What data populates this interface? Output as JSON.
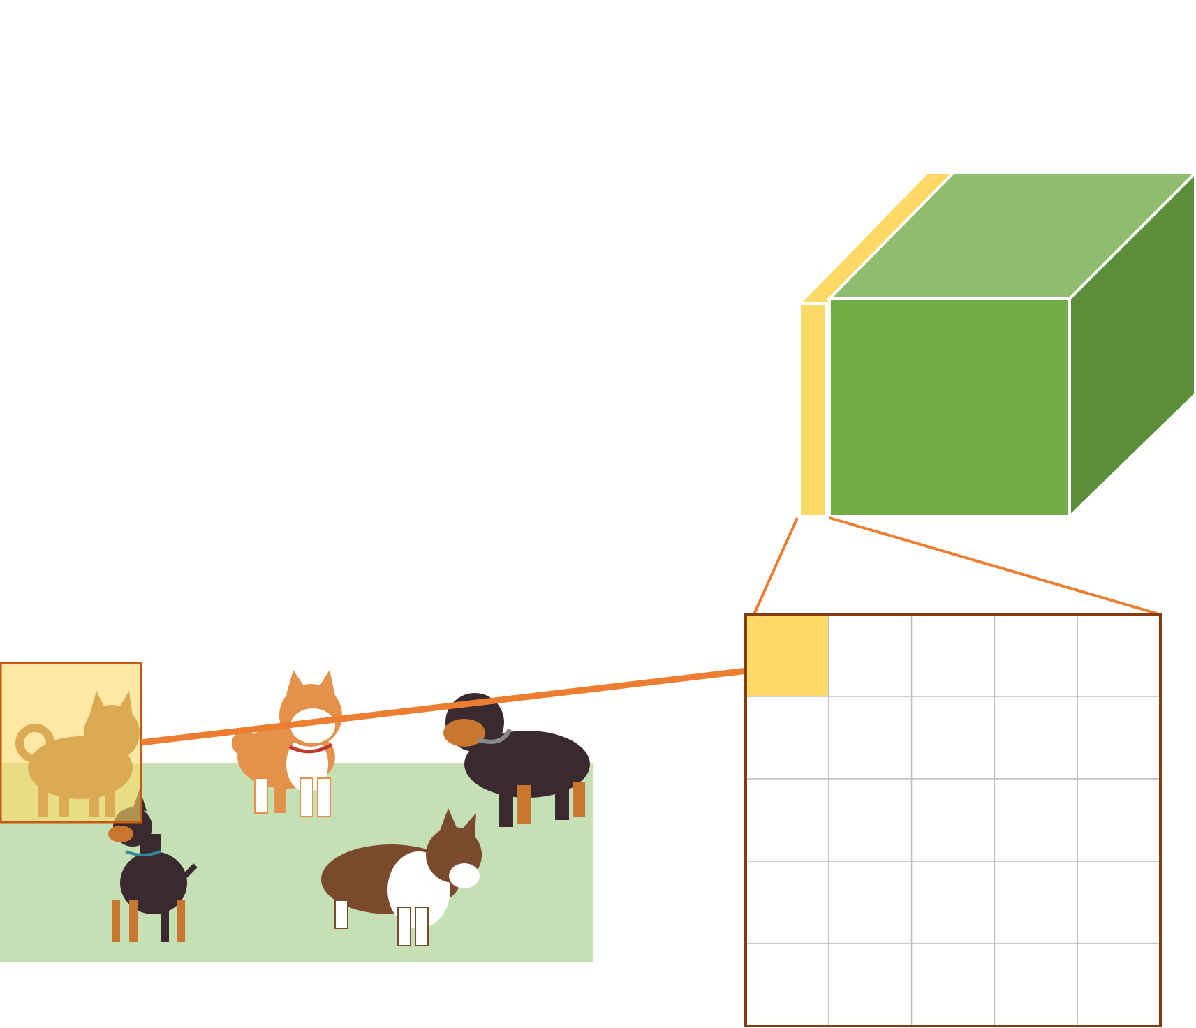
{
  "colors": {
    "background": "#ffffff",
    "ground": "#c5e0b4",
    "highlight_fill": "#ffd966",
    "highlight_stroke": "#c55a11",
    "arrow": "#ed7d31",
    "grid_border": "#843c0c",
    "grid_line": "#bfbfbf",
    "cube_front": "#70ad47",
    "cube_top": "#8fbc6f",
    "cube_side": "#5b8e39",
    "slice": "#ffd966",
    "edge": "#ffffff"
  },
  "scene": {
    "dogs": [
      {
        "name": "shiba-dog",
        "fur": "#a5683a",
        "belly": "#c98c55"
      },
      {
        "name": "akita-dog",
        "fur": "#e3914b",
        "belly": "#ffffff"
      },
      {
        "name": "doberman-dog",
        "fur": "#3a2a30",
        "belly": "#c9772f"
      },
      {
        "name": "rottweiler-dog",
        "fur": "#3a2a30",
        "belly": "#c9772f"
      },
      {
        "name": "collie-dog",
        "fur": "#7a4a2c",
        "belly": "#ffffff"
      }
    ]
  },
  "grid": {
    "rows": 5,
    "cols": 5,
    "highlighted_cell": [
      0,
      0
    ]
  },
  "feature_map": {
    "channels_highlighted": 1
  }
}
